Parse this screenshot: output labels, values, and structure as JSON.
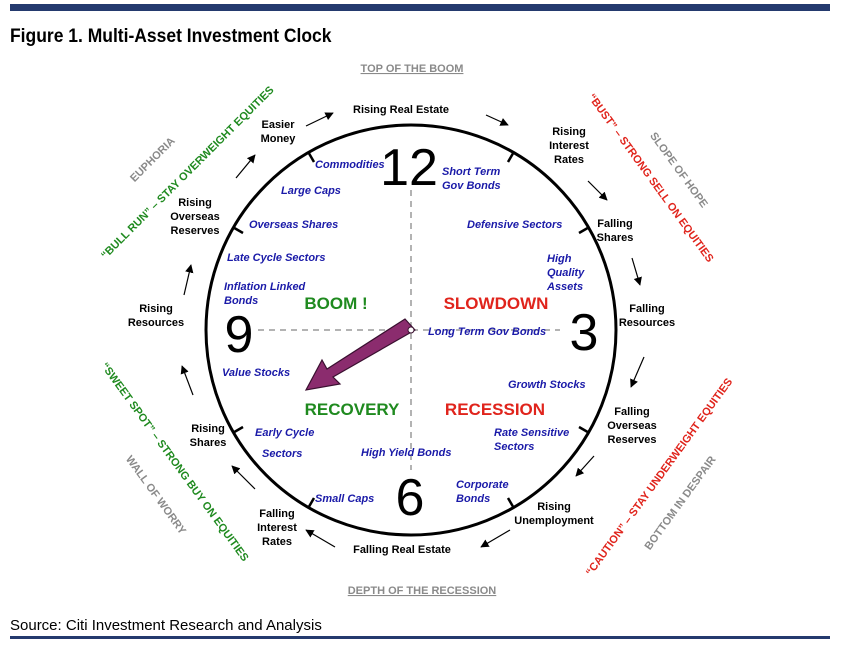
{
  "title": "Figure 1. Multi-Asset Investment Clock",
  "source": "Source: Citi Investment Research and Analysis",
  "top_heading": "TOP OF THE BOOM",
  "bottom_heading": "DEPTH OF THE RECESSION",
  "numerals": {
    "twelve": "12",
    "three": "3",
    "six": "6",
    "nine": "9"
  },
  "phases": {
    "boom": "BOOM !",
    "slowdown": "SLOWDOWN",
    "recovery": "RECOVERY",
    "recession": "RECESSION"
  },
  "outer_cycle": [
    {
      "id": "rising-real-estate",
      "lines": [
        "Rising Real Estate"
      ]
    },
    {
      "id": "rising-interest-rates",
      "lines": [
        "Rising",
        "Interest",
        "Rates"
      ]
    },
    {
      "id": "falling-shares",
      "lines": [
        "Falling",
        "Shares"
      ]
    },
    {
      "id": "falling-resources",
      "lines": [
        "Falling",
        "Resources"
      ]
    },
    {
      "id": "falling-overseas-reserves",
      "lines": [
        "Falling",
        "Overseas",
        "Reserves"
      ]
    },
    {
      "id": "rising-unemployment",
      "lines": [
        "Rising",
        "Unemployment"
      ]
    },
    {
      "id": "falling-real-estate",
      "lines": [
        "Falling Real Estate"
      ]
    },
    {
      "id": "falling-interest-rates",
      "lines": [
        "Falling",
        "Interest",
        "Rates"
      ]
    },
    {
      "id": "rising-shares",
      "lines": [
        "Rising",
        "Shares"
      ]
    },
    {
      "id": "rising-resources",
      "lines": [
        "Rising",
        "Resources"
      ]
    },
    {
      "id": "rising-overseas-reserves",
      "lines": [
        "Rising",
        "Overseas",
        "Reserves"
      ]
    },
    {
      "id": "easier-money",
      "lines": [
        "Easier",
        "Money"
      ]
    }
  ],
  "assets": [
    {
      "id": "commodities",
      "lines": [
        "Commodities"
      ]
    },
    {
      "id": "short-term-gov-bonds",
      "lines": [
        "Short Term",
        "Gov Bonds"
      ]
    },
    {
      "id": "large-caps",
      "lines": [
        "Large Caps"
      ]
    },
    {
      "id": "overseas-shares",
      "lines": [
        "Overseas Shares"
      ]
    },
    {
      "id": "defensive-sectors",
      "lines": [
        "Defensive Sectors"
      ]
    },
    {
      "id": "late-cycle-sectors",
      "lines": [
        "Late Cycle Sectors"
      ]
    },
    {
      "id": "high-quality-assets",
      "lines": [
        "High",
        "Quality",
        "Assets"
      ]
    },
    {
      "id": "inflation-linked-bonds",
      "lines": [
        "Inflation Linked",
        "Bonds"
      ]
    },
    {
      "id": "long-term-gov-bonds",
      "lines": [
        "Long Term Gov Bonds"
      ]
    },
    {
      "id": "value-stocks",
      "lines": [
        "Value Stocks"
      ]
    },
    {
      "id": "growth-stocks",
      "lines": [
        "Growth Stocks"
      ]
    },
    {
      "id": "early-cycle",
      "lines": [
        "Early Cycle"
      ]
    },
    {
      "id": "sectors",
      "lines": [
        "Sectors"
      ]
    },
    {
      "id": "rate-sensitive-sectors",
      "lines": [
        "Rate Sensitive",
        "Sectors"
      ]
    },
    {
      "id": "high-yield-bonds",
      "lines": [
        "High Yield Bonds"
      ]
    },
    {
      "id": "small-caps",
      "lines": [
        "Small Caps"
      ]
    },
    {
      "id": "corporate-bonds",
      "lines": [
        "Corporate",
        "Bonds"
      ]
    }
  ],
  "diagonal_labels": {
    "bull_run": "“BULL RUN” – STAY OVERWEIGHT EQUITIES",
    "euphoria": "EUPHORIA",
    "bust": "“BUST” – STRONG SELL ON EQUITIES",
    "slope_of_hope": "SLOPE OF HOPE",
    "sweet_spot": "“SWEET SPOT” – STRONG BUY ON EQUITIES",
    "wall_of_worry": "WALL OF WORRY",
    "caution": "“CAUTION” – STAY UNDERWEIGHT EQUITIES",
    "bottom_in_despair": "BOTTOM IN DESPAIR"
  },
  "colors": {
    "boom": "#1f8a1f",
    "recovery": "#1f8a1f",
    "slowdown": "#e0241c",
    "recession": "#e0241c",
    "asset_text": "#1a1aa8",
    "pointer": "#8b2c6e"
  }
}
